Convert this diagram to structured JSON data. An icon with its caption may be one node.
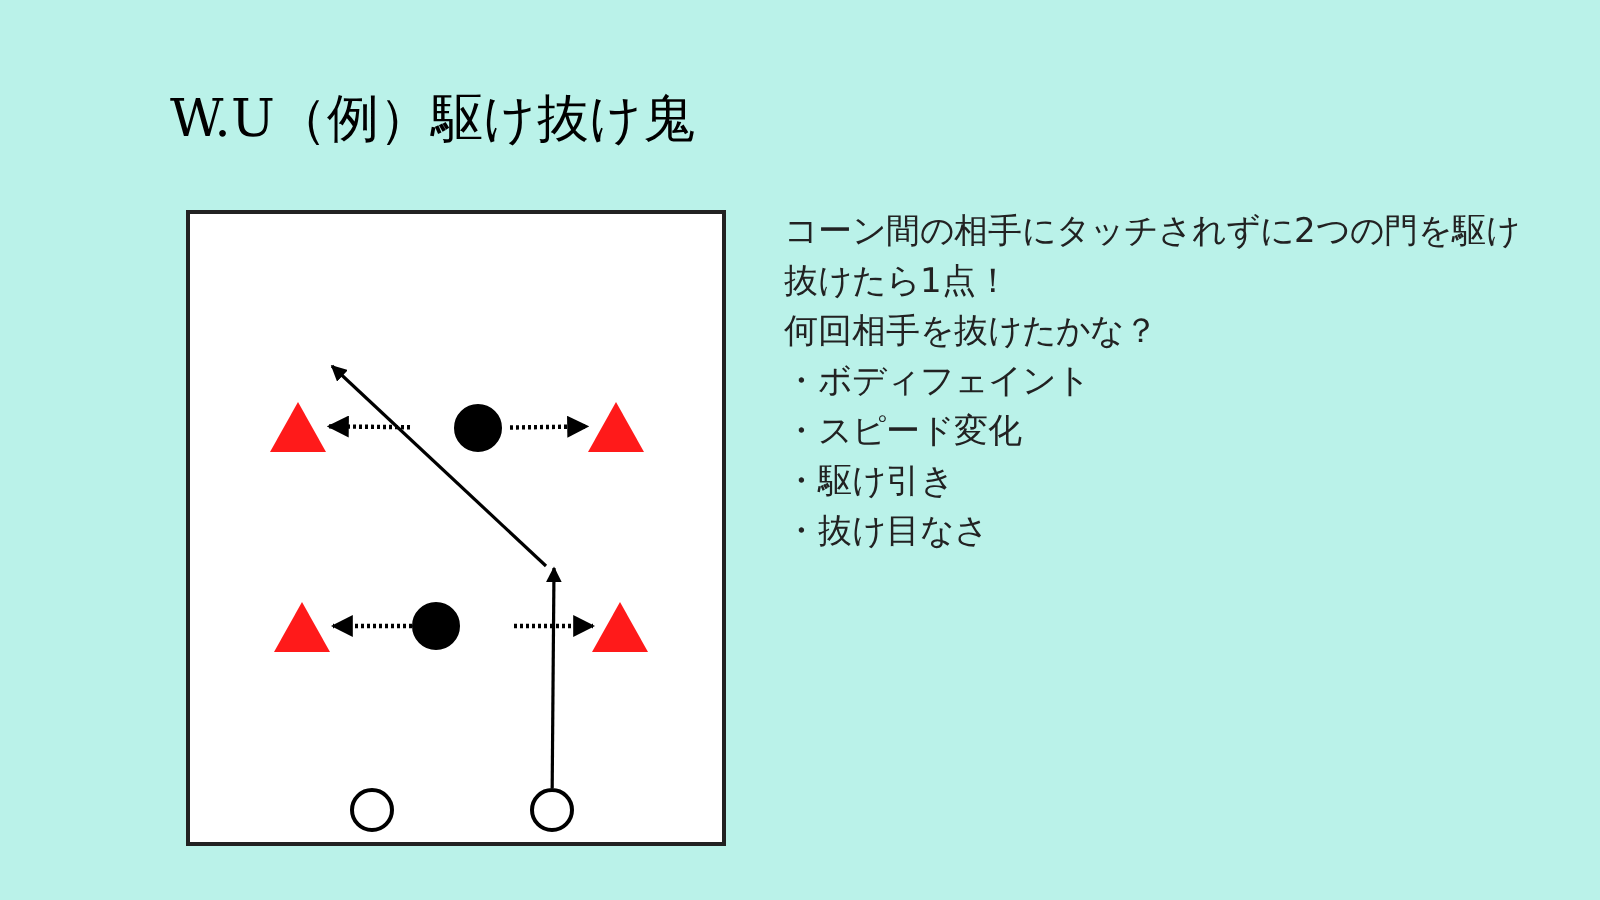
{
  "diagram": {
    "title": "W.U（例）駆け抜け鬼",
    "nodes": [
      {
        "text": [],
        "shape": "box"
      },
      {
        "text": [],
        "shape": "triangle",
        "in": 0
      },
      {
        "text": [],
        "shape": "circle",
        "in": 0
      },
      {
        "text": [],
        "shape": "triangle",
        "in": 0
      },
      {
        "text": [],
        "shape": "triangle",
        "in": 0
      },
      {
        "text": [],
        "shape": "circle",
        "in": 0
      },
      {
        "text": [],
        "shape": "triangle",
        "in": 0
      },
      {
        "text": [],
        "shape": "circle",
        "in": 0
      },
      {
        "text": [],
        "shape": "circle",
        "in": 0
      }
    ],
    "edges": [
      {
        "from": 8,
        "to": null,
        "arrow": "to"
      },
      {
        "from": 2,
        "to": 1,
        "arrow": "to",
        "style": "dashed"
      },
      {
        "from": 2,
        "to": 3,
        "arrow": "to",
        "style": "dashed"
      },
      {
        "from": 5,
        "to": 4,
        "arrow": "to",
        "style": "dashed"
      },
      {
        "from": 5,
        "to": 6,
        "arrow": "to",
        "style": "dashed"
      }
    ],
    "labels": [
      "コーン間の相手にタッチされずに2つの門を駆け抜けたら1点！",
      "何回相手を抜けたかな？",
      "・ボディフェイント",
      "・スピード変化",
      "・駆け引き",
      "・抜け目なさ"
    ]
  }
}
